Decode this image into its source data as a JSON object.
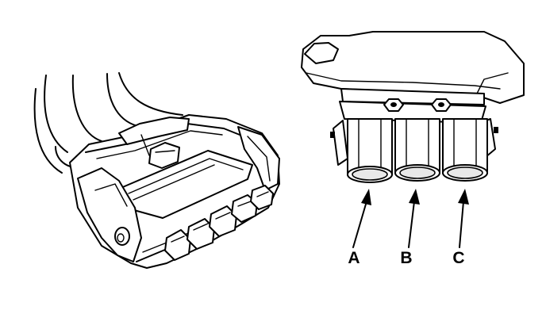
{
  "diagram": {
    "callouts": [
      {
        "id": "a",
        "label": "A"
      },
      {
        "id": "b",
        "label": "B"
      },
      {
        "id": "c",
        "label": "C"
      }
    ]
  }
}
